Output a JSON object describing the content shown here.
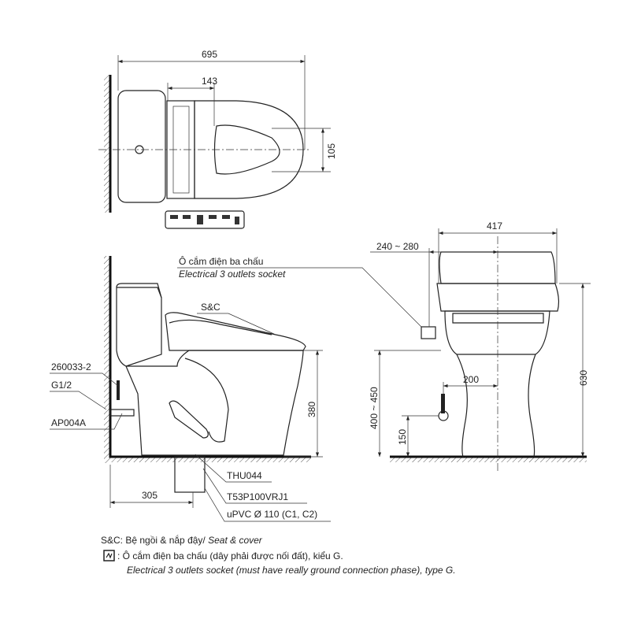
{
  "top_view": {
    "dim_width": "695",
    "dim_seat_opening": "143",
    "dim_height": "105"
  },
  "side_view": {
    "socket_label_vi": "Ô cắm điện ba chấu",
    "socket_label_en": "Electrical 3 outlets socket",
    "seat_label": "S&C",
    "part_valve": "260033-2",
    "part_thread": "G1/2",
    "part_angle": "AP004A",
    "dim_height": "380",
    "dim_wall": "305",
    "part_flange": "THU044",
    "part_drain": "T53P100VRJ1",
    "part_pipe": "uPVC Ø 110 (C1, C2)"
  },
  "front_view": {
    "dim_width": "417",
    "dim_socket_offset": "240 ~ 280",
    "dim_total_height": "630",
    "dim_water_range": "400 ~ 450",
    "dim_inlet_offset": "200",
    "dim_inlet_height": "150"
  },
  "legend": {
    "sc_line": "S&C: Bệ ngồi & nắp đậy/",
    "sc_line_en": "Seat & cover",
    "socket_line_vi": ": Ô cắm điện ba chấu (dây phải được nối đất), kiểu G.",
    "socket_line_en": "Electrical 3 outlets socket (must have really ground connection phase), type G."
  }
}
